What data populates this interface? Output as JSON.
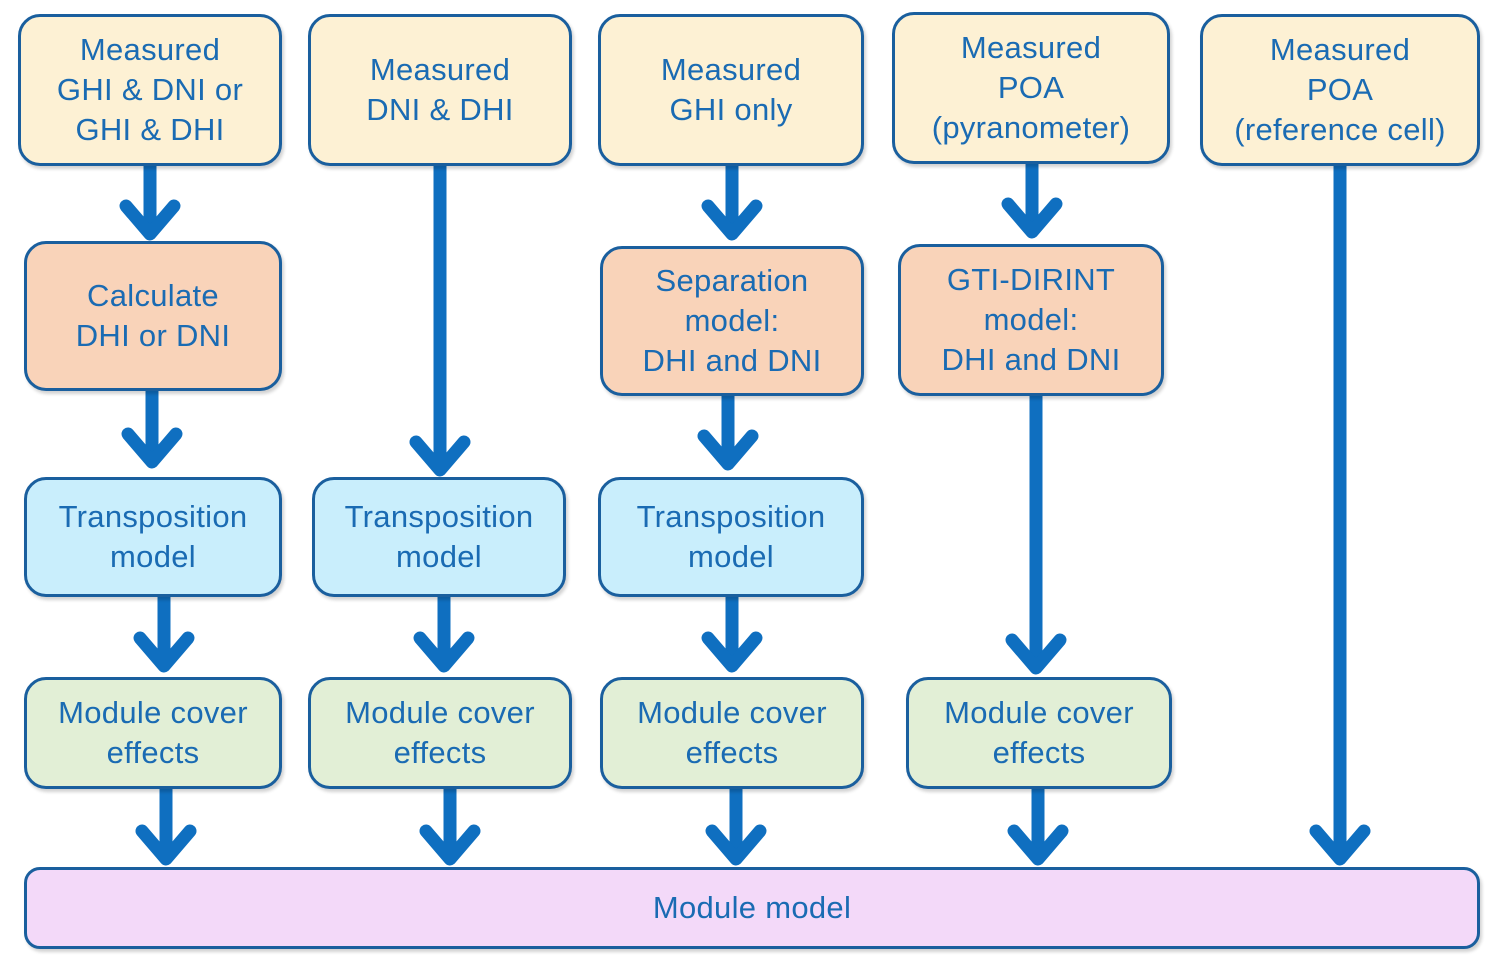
{
  "columns": [
    {
      "source": [
        "Measured",
        "GHI & DNI or",
        "GHI & DHI"
      ],
      "calc": [
        "Calculate",
        "DHI or DNI"
      ],
      "transposition": [
        "Transposition",
        "model"
      ],
      "cover": [
        "Module cover",
        "effects"
      ]
    },
    {
      "source": [
        "Measured",
        "DNI & DHI"
      ],
      "transposition": [
        "Transposition",
        "model"
      ],
      "cover": [
        "Module cover",
        "effects"
      ]
    },
    {
      "source": [
        "Measured",
        "GHI only"
      ],
      "calc": [
        "Separation",
        "model:",
        "DHI and DNI"
      ],
      "transposition": [
        "Transposition",
        "model"
      ],
      "cover": [
        "Module cover",
        "effects"
      ]
    },
    {
      "source": [
        "Measured",
        "POA",
        "(pyranometer)"
      ],
      "calc": [
        "GTI-DIRINT",
        "model:",
        "DHI and DNI"
      ],
      "cover": [
        "Module cover",
        "effects"
      ]
    },
    {
      "source": [
        "Measured",
        "POA",
        "(reference cell)"
      ]
    }
  ],
  "module_model": "Module model",
  "colors": {
    "arrow": "#0f6fc0",
    "border": "#1a5f9e",
    "text": "#1a6bb3",
    "measured_fill": "#fdf1d4",
    "calc_fill": "#f9d3b9",
    "transposition_fill": "#c9eefc",
    "cover_fill": "#e2efd6",
    "module_fill": "#f3d9f9"
  }
}
